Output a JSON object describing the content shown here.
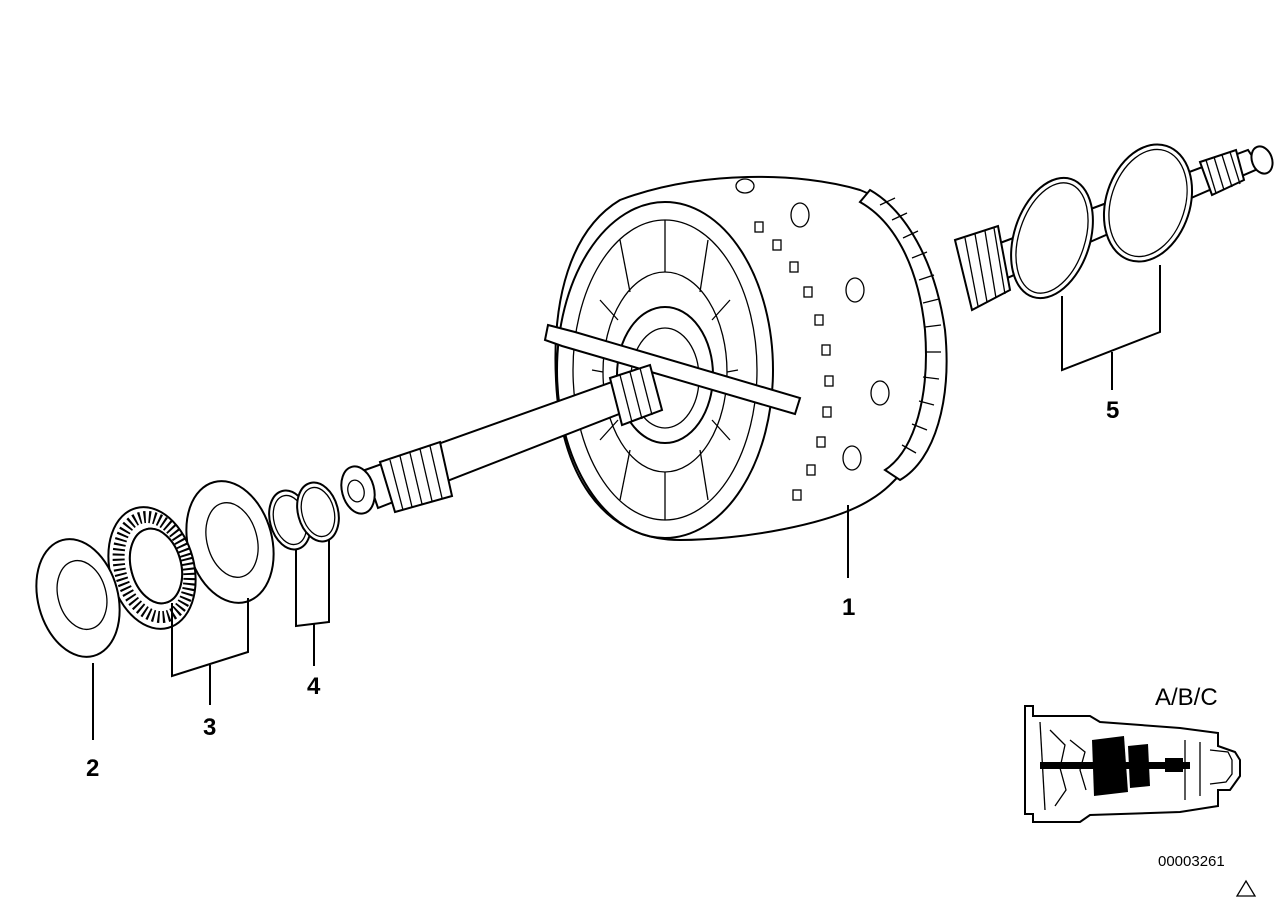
{
  "callouts": [
    {
      "id": "1",
      "label": "1"
    },
    {
      "id": "2",
      "label": "2"
    },
    {
      "id": "3",
      "label": "3"
    },
    {
      "id": "4",
      "label": "4"
    },
    {
      "id": "5",
      "label": "5"
    }
  ],
  "variant_label": "A/B/C",
  "document_number": "00003261",
  "colors": {
    "line": "#000000",
    "background": "#ffffff",
    "fill": "#ffffff"
  },
  "icons": {
    "corner_mark": "triangle-icon"
  }
}
